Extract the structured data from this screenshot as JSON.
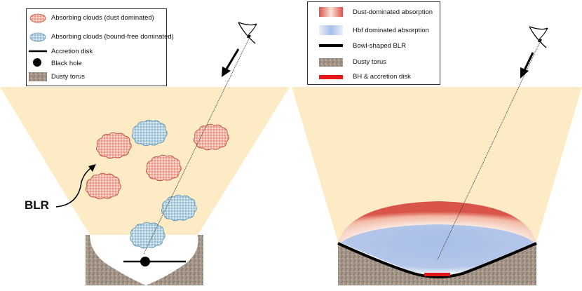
{
  "left_panel": {
    "legend": [
      {
        "icon": "red-dotted-cloud-icon",
        "label": "Absorbing clouds (dust dominated)"
      },
      {
        "icon": "blue-dotted-cloud-icon",
        "label": "Absorbing clouds (bound-free dominated)"
      },
      {
        "icon": "black-line-icon",
        "label": "Accretion disk"
      },
      {
        "icon": "black-dot-icon",
        "label": "Black hole"
      },
      {
        "icon": "dusty-texture-icon",
        "label": "Dusty torus"
      }
    ],
    "region_label": "BLR"
  },
  "right_panel": {
    "legend": [
      {
        "icon": "red-gradient-icon",
        "label": "Dust-dominated absorption"
      },
      {
        "icon": "blue-gradient-icon",
        "label": "Hbf dominated absorption"
      },
      {
        "icon": "thick-black-line-icon",
        "label": "Bowl-shaped BLR"
      },
      {
        "icon": "dusty-texture-icon",
        "label": "Dusty torus"
      },
      {
        "icon": "red-bar-icon",
        "label": "BH & accretion disk"
      }
    ]
  },
  "colors": {
    "cone": "#fdebc5",
    "dust_cloud": "#e88a78",
    "hbf_cloud": "#8ab6cf",
    "torus": "#9a8a7d",
    "disk": "#000000",
    "accretion_bar": "#e8151b",
    "blue_region": "#a9bfe8"
  }
}
